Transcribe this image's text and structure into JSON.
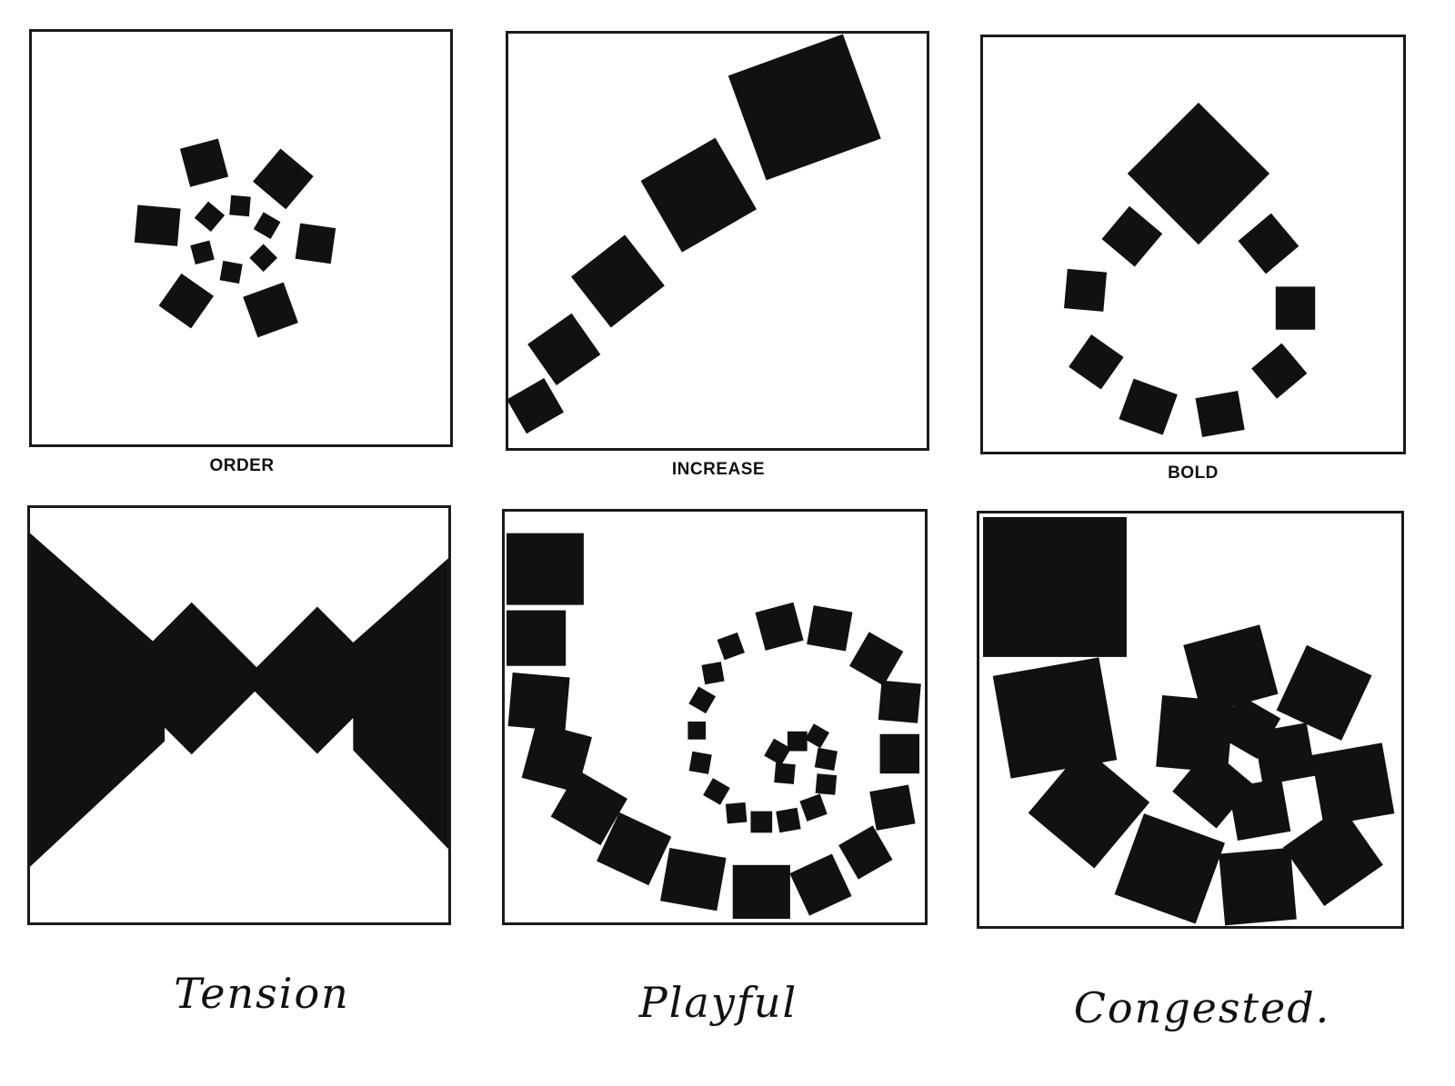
{
  "panels": [
    {
      "id": "order",
      "label": "ORDER",
      "style": "print"
    },
    {
      "id": "increase",
      "label": "INCREASE",
      "style": "print"
    },
    {
      "id": "bold",
      "label": "BOLD",
      "style": "print"
    },
    {
      "id": "tension",
      "label": "Tension",
      "style": "handwritten"
    },
    {
      "id": "playful",
      "label": "Playful",
      "style": "handwritten"
    },
    {
      "id": "congested",
      "label": "Congested.",
      "style": "handwritten"
    }
  ],
  "colors": {
    "ink": "#111111",
    "paper": "#ffffff",
    "frame": "#1a1a1a"
  }
}
